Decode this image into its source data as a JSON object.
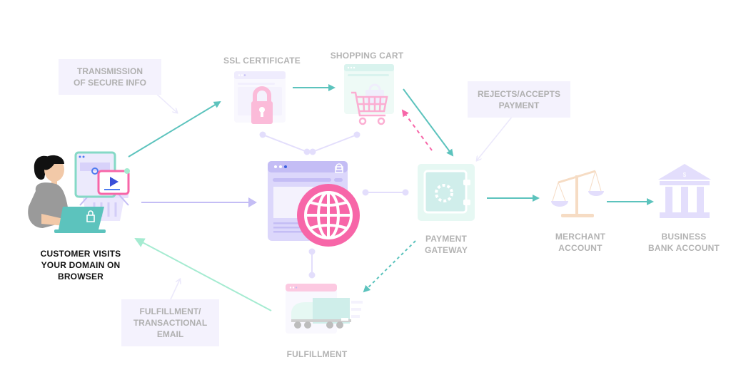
{
  "diagram": {
    "title": "E-commerce transaction flow",
    "colors": {
      "teal": "#5cc3bd",
      "lavender": "#c4bdf5",
      "pink": "#f766a8",
      "mint": "#a5ebd1",
      "label_gray": "#b3b3b3",
      "note_bg": "#f4f2fd"
    },
    "nodes": {
      "customer": {
        "label_lines": [
          "CUSTOMER VISITS",
          "YOUR DOMAIN ON",
          "BROWSER"
        ],
        "icon": "customer-laptop-icon"
      },
      "ssl": {
        "label": "SSL CERTIFICATE",
        "icon": "padlock-icon"
      },
      "cart": {
        "label": "SHOPPING CART",
        "icon": "shopping-cart-icon"
      },
      "website": {
        "label": "",
        "icon": "globe-icon"
      },
      "gateway": {
        "label_lines": [
          "PAYMENT",
          "GATEWAY"
        ],
        "icon": "safe-icon"
      },
      "merchant": {
        "label_lines": [
          "MERCHANT",
          "ACCOUNT"
        ],
        "icon": "scales-icon"
      },
      "bank": {
        "label_lines": [
          "BUSINESS",
          "BANK ACCOUNT"
        ],
        "icon": "bank-icon"
      },
      "fulfillment": {
        "label": "FULFILLMENT",
        "icon": "delivery-truck-icon"
      }
    },
    "notes": {
      "transmission": [
        "TRANSMISSION",
        "OF SECURE INFO"
      ],
      "rejects": [
        "REJECTS/ACCEPTS",
        "PAYMENT"
      ],
      "email": [
        "FULFILLMENT/",
        "TRANSACTIONAL",
        "EMAIL"
      ]
    },
    "edges": [
      {
        "from": "customer",
        "to": "ssl",
        "style": "solid",
        "color": "teal"
      },
      {
        "from": "customer",
        "to": "website",
        "style": "solid",
        "color": "lavender"
      },
      {
        "from": "ssl",
        "to": "cart",
        "style": "solid",
        "color": "teal"
      },
      {
        "from": "cart",
        "to": "gateway",
        "style": "solid",
        "color": "teal"
      },
      {
        "from": "gateway",
        "to": "cart",
        "style": "dashed",
        "color": "pink"
      },
      {
        "from": "gateway",
        "to": "merchant",
        "style": "solid",
        "color": "teal"
      },
      {
        "from": "merchant",
        "to": "bank",
        "style": "solid",
        "color": "teal"
      },
      {
        "from": "gateway",
        "to": "fulfillment",
        "style": "dashed",
        "color": "teal"
      },
      {
        "from": "fulfillment",
        "to": "customer",
        "style": "solid",
        "color": "mint"
      }
    ]
  }
}
